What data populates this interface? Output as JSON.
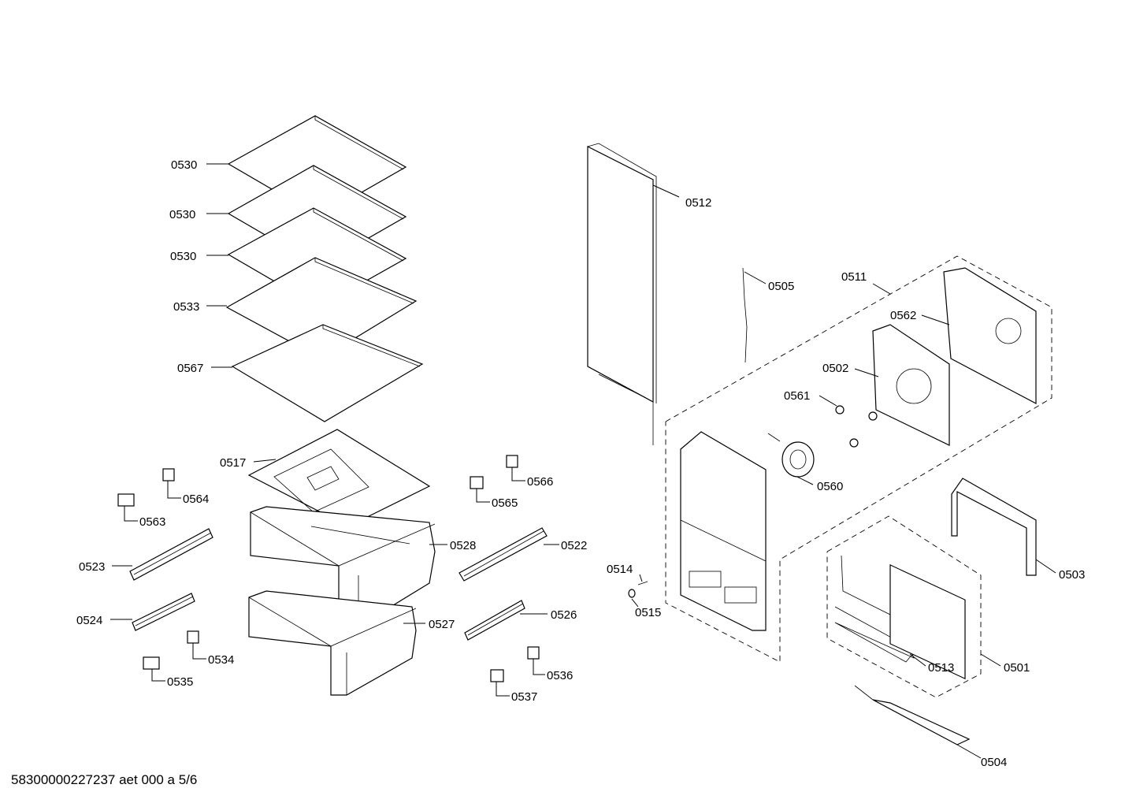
{
  "footer": {
    "text": "58300000227237 aet 000 a 5/6"
  },
  "parts": {
    "p0530a": "0530",
    "p0530b": "0530",
    "p0530c": "0530",
    "p0533": "0533",
    "p0567": "0567",
    "p0517": "0517",
    "p0564": "0564",
    "p0563": "0563",
    "p0523": "0523",
    "p0524": "0524",
    "p0534": "0534",
    "p0535": "0535",
    "p0528": "0528",
    "p0527": "0527",
    "p0565": "0565",
    "p0566": "0566",
    "p0522": "0522",
    "p0526": "0526",
    "p0536": "0536",
    "p0537": "0537",
    "p0512": "0512",
    "p0505": "0505",
    "p0511": "0511",
    "p0562": "0562",
    "p0502": "0502",
    "p0561": "0561",
    "p0560": "0560",
    "p0514": "0514",
    "p0515": "0515",
    "p0503": "0503",
    "p0513": "0513",
    "p0501": "0501",
    "p0504": "0504"
  }
}
